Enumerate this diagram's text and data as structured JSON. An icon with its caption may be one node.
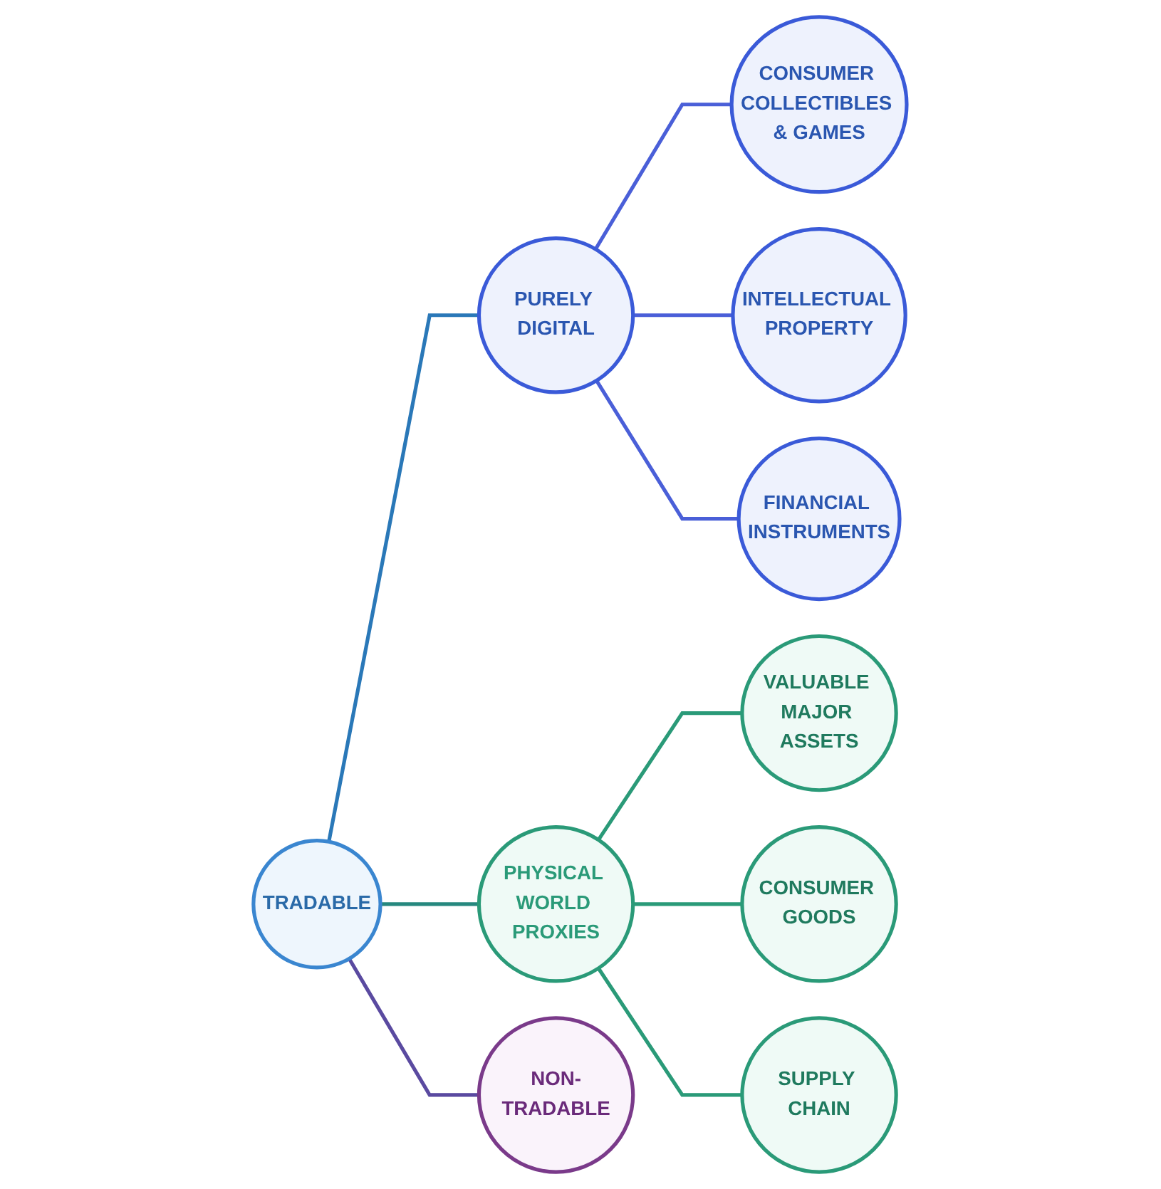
{
  "diagram": {
    "nodes": [
      {
        "text": [
          "TRADABLE"
        ]
      },
      {
        "text": [
          "PURELY DIGITAL"
        ]
      },
      {
        "text": [
          "CONSUMER COLLECTIBLES & GAMES"
        ]
      },
      {
        "text": [
          "INTELLECTUAL PROPERTY"
        ]
      },
      {
        "text": [
          "FINANCIAL INSTRUMENTS"
        ]
      },
      {
        "text": [
          "PHYSICAL WORLD PROXIES"
        ]
      },
      {
        "text": [
          "VALUABLE MAJOR ASSETS"
        ]
      },
      {
        "text": [
          "CONSUMER GOODS"
        ]
      },
      {
        "text": [
          "SUPPLY CHAIN"
        ]
      },
      {
        "text": [
          "NON-TRADABLE"
        ]
      }
    ],
    "edges": [
      {
        "from": 0,
        "to": 1,
        "arrow": "none",
        "color": "#2a78b8"
      },
      {
        "from": 1,
        "to": 2,
        "arrow": "none",
        "color": "#4a5fd8"
      },
      {
        "from": 1,
        "to": 3,
        "arrow": "none",
        "color": "#4a5fd8"
      },
      {
        "from": 1,
        "to": 4,
        "arrow": "none",
        "color": "#4a5fd8"
      },
      {
        "from": 0,
        "to": 5,
        "arrow": "none",
        "color": "#26887e"
      },
      {
        "from": 5,
        "to": 6,
        "arrow": "none",
        "color": "#2a9a78"
      },
      {
        "from": 5,
        "to": 7,
        "arrow": "none",
        "color": "#2a9a78"
      },
      {
        "from": 5,
        "to": 8,
        "arrow": "none",
        "color": "#2a9a78"
      },
      {
        "from": 0,
        "to": 9,
        "arrow": "none",
        "color": "#5a4aa0"
      }
    ]
  }
}
